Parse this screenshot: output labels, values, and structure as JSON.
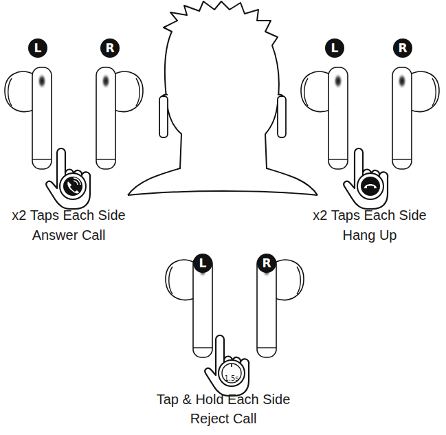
{
  "diagram": {
    "nodes": [
      {
        "text": [
          "L"
        ]
      },
      {
        "text": [
          "R"
        ]
      },
      {
        "text": [
          "L"
        ]
      },
      {
        "text": [
          "R"
        ]
      },
      {
        "text": [
          "L"
        ]
      },
      {
        "text": [
          "R"
        ]
      }
    ],
    "labels": [
      "x2 Taps Each Side",
      "Answer Call",
      "x2 Taps Each Side",
      "Hang Up",
      "1.5s",
      "Tap & Hold Each Side",
      "Reject Call"
    ]
  }
}
